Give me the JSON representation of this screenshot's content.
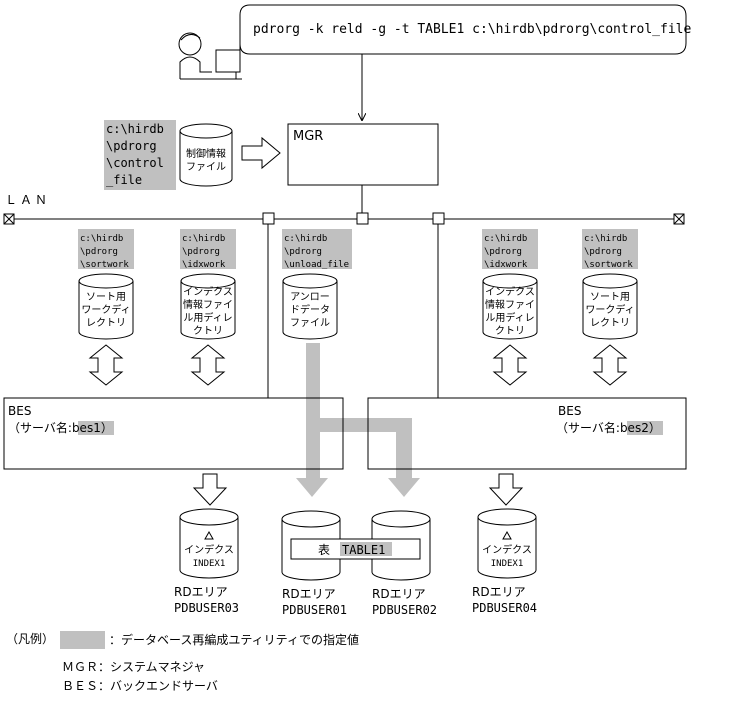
{
  "command": "pdrorg -k reld -g -t TABLE1 c:\\hirdb\\pdrorg\\control_file",
  "control_path": [
    "c:\\hirdb",
    "\\pdrorg",
    "\\control",
    "_file"
  ],
  "control_file_label": [
    "制御情報",
    "ファイル"
  ],
  "mgr_label": "MGR",
  "lan_label": "ＬＡＮ",
  "dirs": [
    {
      "path": [
        "c:\\hirdb",
        "\\pdrorg",
        "\\sortwork"
      ],
      "label": [
        "ソート用",
        "ワークディ",
        "レクトリ"
      ]
    },
    {
      "path": [
        "c:\\hirdb",
        "\\pdrorg",
        "\\idxwork"
      ],
      "label": [
        "インデクス",
        "情報ファイ",
        "ル用ディレ",
        "クトリ"
      ]
    },
    {
      "path": [
        "c:\\hirdb",
        "\\pdrorg",
        "\\unload_file"
      ],
      "label": [
        "アンロー",
        "ドデータ",
        "ファイル"
      ]
    },
    {
      "path": [
        "c:\\hirdb",
        "\\pdrorg",
        "\\idxwork"
      ],
      "label": [
        "インデクス",
        "情報ファイ",
        "ル用ディレ",
        "クトリ"
      ]
    },
    {
      "path": [
        "c:\\hirdb",
        "\\pdrorg",
        "\\sortwork"
      ],
      "label": [
        "ソート用",
        "ワークディ",
        "レクトリ"
      ]
    }
  ],
  "bes": [
    {
      "title": "BES",
      "server_prefix": "（サーバ名:",
      "server_name": "bes1",
      "server_suffix": "）"
    },
    {
      "title": "BES",
      "server_prefix": "（サーバ名:",
      "server_name": "bes2",
      "server_suffix": "）"
    }
  ],
  "index_label": [
    "インデクス",
    "INDEX1"
  ],
  "table_prefix": "表",
  "table_name": "TABLE1",
  "rd_areas": [
    {
      "line1": "RDエリア",
      "line2": "PDBUSER03"
    },
    {
      "line1": "RDエリア",
      "line2": "PDBUSER01"
    },
    {
      "line1": "RDエリア",
      "line2": "PDBUSER02"
    },
    {
      "line1": "RDエリア",
      "line2": "PDBUSER04"
    }
  ],
  "legend": {
    "title": "（凡例）",
    "highlight_desc": "：データベース再編成ユティリティでの指定値",
    "mgr": "ＭＧＲ：システムマネジャ",
    "bes": "ＢＥＳ：バックエンドサーバ"
  },
  "colors": {
    "highlight": "#c0c0c0",
    "line": "#000000",
    "background": "#ffffff"
  }
}
